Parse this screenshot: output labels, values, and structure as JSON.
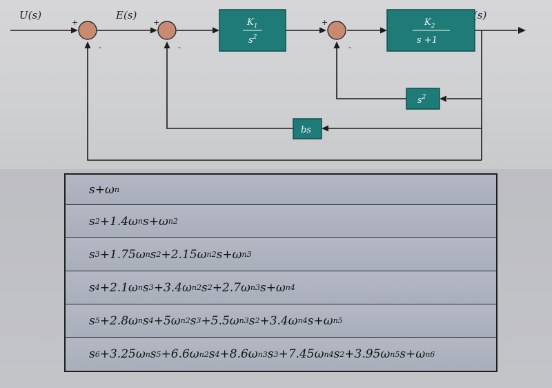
{
  "diagram": {
    "signals": {
      "input": "U(s)",
      "error": "E(s)",
      "output": "Y(s)"
    },
    "blocks": {
      "k1_numerator": "K",
      "k1_numerator_sub": "1",
      "k1_denominator": "s",
      "k1_denominator_sup": "2",
      "k2_numerator": "K",
      "k2_numerator_sub": "2",
      "k2_denominator": "s +1",
      "s2_label": "s",
      "s2_sup": "2",
      "bs_label": "bs"
    },
    "signs": {
      "plus": "+",
      "minus": "-"
    },
    "colors": {
      "block_fill": "#1f7b78",
      "summing_junction": "#c98a72"
    }
  },
  "table": {
    "rows": [
      "s +ω_n",
      "s^2+1.4ω_n s +ω_n^2",
      "s^3+1.75ω_n s^2+2.15ω_n^2 s +ω_n^3",
      "s^4+2.1ω_n s^3+3.4ω_n^2 s^2+2.7ω_n^3 s +ω_n^4",
      "s^5+2.8ω_n s^4+5ω_n^2 s^3+5.5ω_n^3 s^2+3.4ω_n^4 s +ω_n^5",
      "s^6+3.25ω_n s^5+6.6ω_n^2 s^4+8.6ω_n^3 s^3+7.45ω_n^4 s^2+3.95ω_n^5 s +ω_n^6"
    ]
  }
}
